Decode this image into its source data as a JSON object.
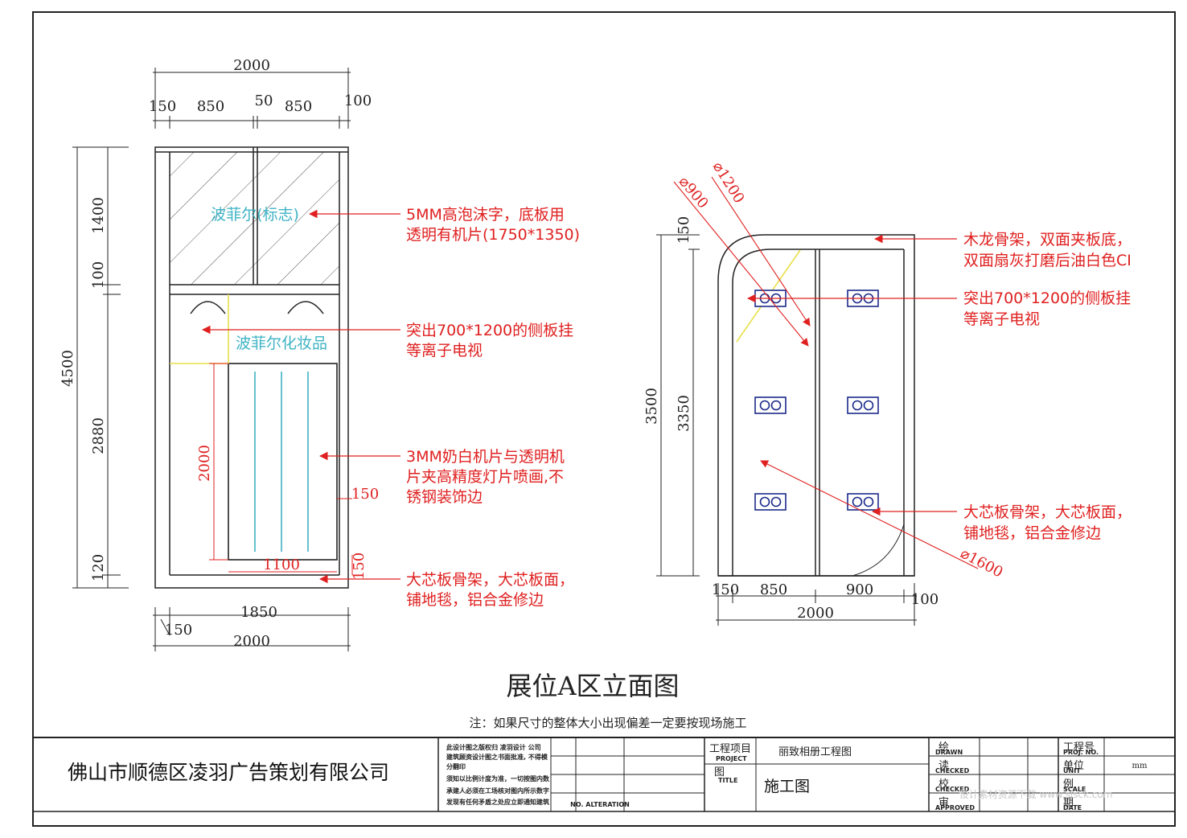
{
  "drawing_title": "展位A区立面图",
  "note": "注：如果尺寸的整体大小出现偏差一定要按现场施工",
  "left_elevation": {
    "dim_top_total": "2000",
    "dim_top_parts": [
      "150",
      "850",
      "50",
      "850",
      "100"
    ],
    "dim_left_total": "4500",
    "dim_left_parts": [
      "1400",
      "100",
      "2880",
      "120"
    ],
    "dim_inner_height": "2000",
    "dim_inner_width": "1100",
    "dim_inner_right": "150",
    "dim_inner_bottom": "150",
    "dim_bottom_inner": "1850",
    "dim_bottom_left": "150",
    "dim_bottom_total": "2000",
    "label_logo": "波菲尔(标志)",
    "label_brand": "波菲尔化妆品",
    "notes": [
      [
        "5MM高泡沫字，底板用",
        "透明有机片(1750*1350)"
      ],
      [
        "突出700*1200的侧板挂",
        "等离子电视"
      ],
      [
        "3MM奶白机片与透明机",
        "片夹高精度灯片喷画,不",
        "锈钢装饰边"
      ],
      [
        "大芯板骨架，大芯板面，",
        "铺地毯，铝合金修边"
      ]
    ]
  },
  "right_elevation": {
    "dim_left_total": "3500",
    "dim_left_inner": "3350",
    "dim_left_top": "150",
    "dim_bottom_parts": [
      "150",
      "850",
      "900",
      "100"
    ],
    "dim_bottom_total": "2000",
    "radius_labels": [
      "⌀900",
      "⌀1200",
      "⌀1600"
    ],
    "notes": [
      [
        "木龙骨架，双面夹板底，",
        "双面扇灰打磨后油白色CI"
      ],
      [
        "突出700*1200的侧板挂",
        "等离子电视"
      ],
      [
        "大芯板骨架，大芯板面，",
        "铺地毯，铝合金修边"
      ]
    ]
  },
  "title_block": {
    "company": "佛山市顺德区凌羽广告策划有限公司",
    "disclaimer": [
      "此设计图之版权归 凌羽设计 公司",
      "建筑顾资设计图之书面批准, 不得模",
      "分翻印",
      "须知以比例计度为准，一切按图内数",
      "承建人必须在工场核对图内所示数字",
      "发现有任何矛盾之处应立即通知建筑"
    ],
    "project_label": "工程项目",
    "project_label_en": "PROJECT",
    "project_name": "丽致相册工程图",
    "drawing_label": "图",
    "drawing_label_en": "TITLE",
    "drawing_name": "施工图",
    "sign_labels": [
      "绘",
      "读",
      "校",
      "审"
    ],
    "sign_labels_en": [
      "DRAWN",
      "CHECKED",
      "CHECKED",
      "APPROVED"
    ],
    "right_labels": [
      "工程号",
      "单位",
      "例",
      "期"
    ],
    "right_labels_en": [
      "PROJ. NO.",
      "UNIT",
      "SCALE",
      "DATE"
    ],
    "unit_value": "mm",
    "small_caption": "NO. ALTERATION",
    "watermark": "设计素材资源下载 www.sjsck.com"
  },
  "colors": {
    "line": "#222222",
    "note_red": "#e02020",
    "cyan": "#3fb3c4",
    "yellow": "#e8e04a",
    "navy": "#1a2a8a"
  }
}
